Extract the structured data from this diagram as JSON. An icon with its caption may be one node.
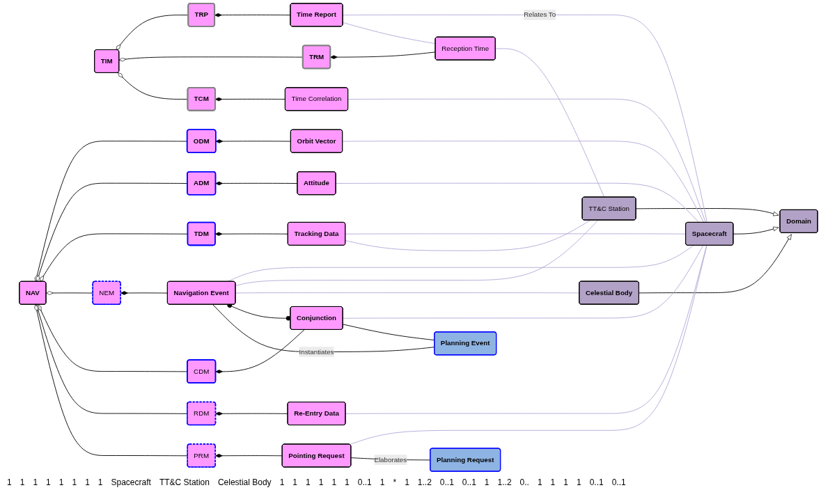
{
  "diagram": {
    "nodes": [
      {
        "text": [
          "Domain"
        ]
      },
      {
        "text": [
          "TIM"
        ]
      },
      {
        "text": [
          "TRP"
        ]
      },
      {
        "text": [
          "Time Report"
        ]
      },
      {
        "text": [
          "Spacecraft"
        ]
      },
      {
        "text": [
          "TRM"
        ]
      },
      {
        "text": [
          "Reception Time"
        ]
      },
      {
        "text": [
          "TT&C Station"
        ]
      },
      {
        "text": [
          "TCM"
        ]
      },
      {
        "text": [
          "Time Correlation"
        ]
      },
      {
        "text": [
          "Celestial Body"
        ]
      },
      {
        "text": [
          "NAV"
        ]
      },
      {
        "text": [
          "ODM"
        ]
      },
      {
        "text": [
          "Orbit Vector"
        ]
      },
      {
        "text": [
          "ADM"
        ]
      },
      {
        "text": [
          "Attitude"
        ]
      },
      {
        "text": [
          "TDM"
        ]
      },
      {
        "text": [
          "Tracking Data"
        ]
      },
      {
        "text": [
          "NEM"
        ]
      },
      {
        "text": [
          "Navigation Event"
        ]
      },
      {
        "text": [
          "Planning Event"
        ]
      },
      {
        "text": [
          "CDM"
        ]
      },
      {
        "text": [
          "Conjunction"
        ]
      },
      {
        "text": [
          "RDM"
        ]
      },
      {
        "text": [
          "Re-Entry Data"
        ]
      },
      {
        "text": [
          "Planning Request"
        ]
      },
      {
        "text": [
          "PRM"
        ]
      },
      {
        "text": [
          "Pointing Request"
        ]
      }
    ],
    "edges": [
      {
        "from": 4,
        "to": 0,
        "arrow": "to"
      },
      {
        "from": 7,
        "to": 0,
        "arrow": "to"
      },
      {
        "from": 10,
        "to": 0,
        "arrow": "to"
      },
      {
        "from": 1,
        "to": 2,
        "arrow": "other"
      },
      {
        "from": 1,
        "to": 5,
        "arrow": "other"
      },
      {
        "from": 1,
        "to": 8,
        "arrow": "other"
      },
      {
        "from": 2,
        "to": 3,
        "arrow": "other"
      },
      {
        "from": 5,
        "to": 6,
        "arrow": "other"
      },
      {
        "from": 8,
        "to": 9,
        "arrow": "other"
      },
      {
        "from": 3,
        "to": 4,
        "arrow": "none",
        "label": "Relates To",
        "color": "#b4a7d6"
      },
      {
        "from": 3,
        "to": 6,
        "arrow": "none",
        "color": "#b4a7d6"
      },
      {
        "from": 6,
        "to": 7,
        "arrow": "none",
        "color": "#b4a7d6"
      },
      {
        "from": 9,
        "to": 4,
        "arrow": "none",
        "color": "#b4a7d6"
      },
      {
        "from": 11,
        "to": 12,
        "arrow": "other"
      },
      {
        "from": 11,
        "to": 14,
        "arrow": "other"
      },
      {
        "from": 11,
        "to": 16,
        "arrow": "other"
      },
      {
        "from": 11,
        "to": 18,
        "arrow": "other"
      },
      {
        "from": 11,
        "to": 21,
        "arrow": "other"
      },
      {
        "from": 11,
        "to": 23,
        "arrow": "other"
      },
      {
        "from": 11,
        "to": 26,
        "arrow": "other"
      },
      {
        "from": 12,
        "to": 13,
        "arrow": "other"
      },
      {
        "from": 14,
        "to": 15,
        "arrow": "other"
      },
      {
        "from": 16,
        "to": 17,
        "arrow": "other"
      },
      {
        "from": 18,
        "to": 19,
        "arrow": "other"
      },
      {
        "from": 21,
        "to": 22,
        "arrow": "other"
      },
      {
        "from": 23,
        "to": 24,
        "arrow": "other"
      },
      {
        "from": 26,
        "to": 27,
        "arrow": "other"
      },
      {
        "from": 13,
        "to": 4,
        "arrow": "none",
        "color": "#b4a7d6"
      },
      {
        "from": 15,
        "to": 4,
        "arrow": "none",
        "color": "#b4a7d6"
      },
      {
        "from": 17,
        "to": 4,
        "arrow": "none",
        "color": "#b4a7d6"
      },
      {
        "from": 17,
        "to": 7,
        "arrow": "none",
        "color": "#b4a7d6"
      },
      {
        "from": 19,
        "to": 4,
        "arrow": "none",
        "color": "#b4a7d6"
      },
      {
        "from": 19,
        "to": 7,
        "arrow": "none",
        "color": "#b4a7d6"
      },
      {
        "from": 19,
        "to": 10,
        "arrow": "none",
        "color": "#b4a7d6"
      },
      {
        "from": 22,
        "to": 4,
        "arrow": "none",
        "color": "#b4a7d6"
      },
      {
        "from": 24,
        "to": 4,
        "arrow": "none",
        "color": "#b4a7d6"
      },
      {
        "from": 27,
        "to": 4,
        "arrow": "none",
        "color": "#b4a7d6"
      },
      {
        "from": 19,
        "to": 22,
        "arrow": "other"
      },
      {
        "from": 19,
        "to": 20,
        "arrow": "none",
        "label": "Instantiates"
      },
      {
        "from": 22,
        "to": 20,
        "arrow": "none"
      },
      {
        "from": 27,
        "to": 25,
        "arrow": "none",
        "label": "Elaborates"
      }
    ],
    "labels": [
      "1",
      "1",
      "1",
      "1",
      "1",
      "1",
      "1",
      "1",
      "Spacecraft",
      "TT&C Station",
      "Celestial Body",
      "1",
      "1",
      "1",
      "1",
      "1",
      "1",
      "0..1",
      "1",
      "*",
      "1",
      "1..2",
      "0..1",
      "0..1",
      "1",
      "1..2",
      "0..",
      "1",
      "1",
      "1",
      "1",
      "0..1",
      "0..1"
    ]
  }
}
